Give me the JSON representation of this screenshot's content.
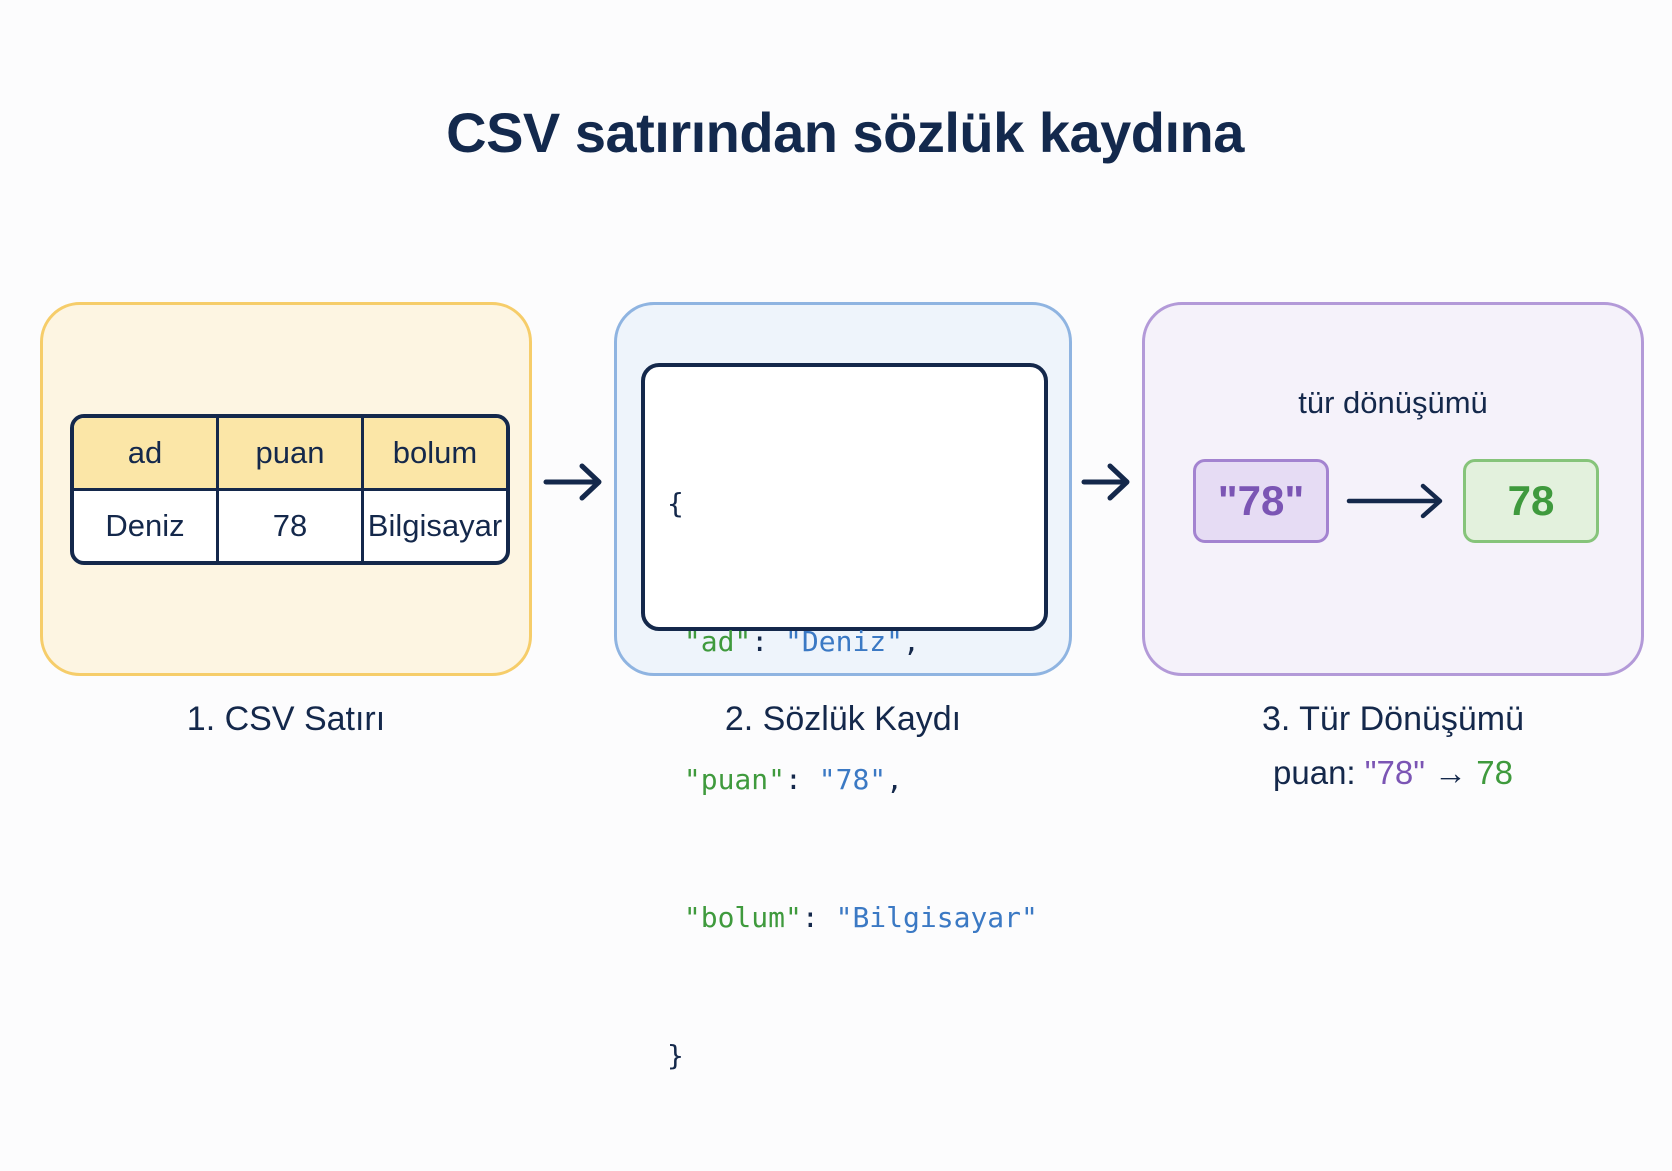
{
  "title": "CSV satırından sözlük kaydına",
  "steps": [
    {
      "caption": "1. CSV Satırı",
      "table": {
        "headers": [
          "ad",
          "puan",
          "bolum"
        ],
        "row": [
          "Deniz",
          "78",
          "Bilgisayar"
        ]
      }
    },
    {
      "caption": "2. Sözlük Kaydı",
      "code": {
        "open": "{",
        "close": "}",
        "entries": [
          {
            "key": "\"ad\"",
            "value": "\"Deniz\"",
            "sep": ": ",
            "end": ","
          },
          {
            "key": "\"puan\"",
            "value": "\"78\"",
            "sep": ": ",
            "end": ","
          },
          {
            "key": "\"bolum\"",
            "value": "\"Bilgisayar\"",
            "sep": ": ",
            "end": ""
          }
        ]
      }
    },
    {
      "caption": "3. Tür Dönüşümü",
      "label": "tür dönüşümü",
      "from_value": "\"78\"",
      "to_value": "78",
      "sub_caption": {
        "field": "puan:",
        "from": "\"78\"",
        "arrow": "→",
        "to": "78"
      }
    }
  ],
  "colors": {
    "csv_accent": "#f6cd6a",
    "dict_accent": "#8fb4e1",
    "type_accent": "#b39ad8",
    "string_color": "#7b55b4",
    "number_color": "#3f9a3d",
    "key_color": "#3f9a3d",
    "value_color": "#3b79c4",
    "ink": "#14284b"
  },
  "icons": [
    "arrow-right-icon"
  ]
}
